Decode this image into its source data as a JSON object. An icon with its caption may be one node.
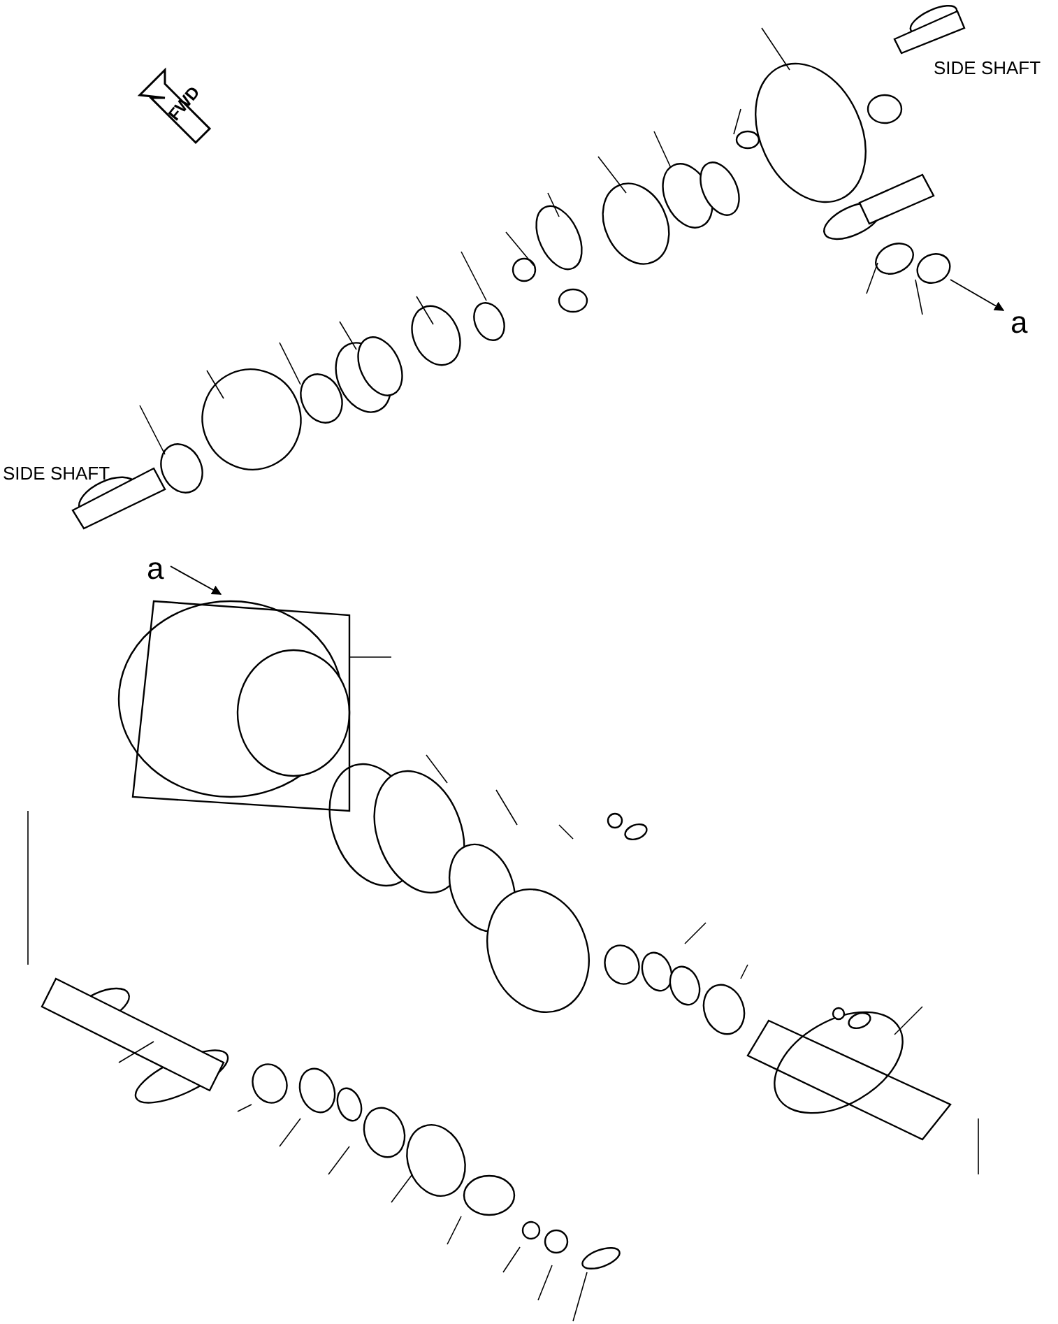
{
  "diagram": {
    "labels": [
      "SIDE SHAFT",
      "FWD",
      "a",
      "SIDE SHAFT",
      "a"
    ]
  }
}
